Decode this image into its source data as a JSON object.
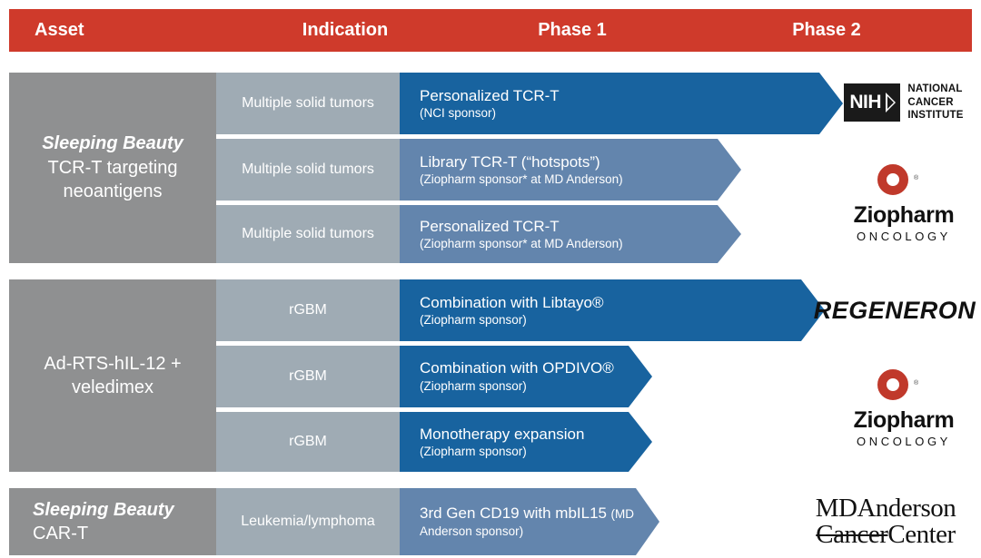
{
  "header": {
    "columns": [
      {
        "label": "Asset",
        "name": "asset"
      },
      {
        "label": "Indication",
        "name": "indication"
      },
      {
        "label": "Phase 1",
        "name": "phase-1"
      },
      {
        "label": "Phase 2",
        "name": "phase-2"
      }
    ],
    "bar_color": "#cf3a2b"
  },
  "colors": {
    "header_red": "#cf3a2b",
    "asset_gray": "#8f9091",
    "indication_gray_blue": "#9fabb4",
    "phase_dark_blue": "#18639f",
    "phase_light_blue": "#6385ad",
    "text_white": "#ffffff",
    "ziopharm_red": "#c0392b"
  },
  "sections": [
    {
      "asset_italic": "Sleeping Beauty",
      "asset_rest": "TCR-T targeting neoantigens",
      "rows": [
        {
          "indication": "Multiple solid tumors",
          "title": "Personalized TCR-T",
          "subtitle": "(NCI sponsor)",
          "subtitle_inline": false,
          "bar_color": "#18639f",
          "bar_end": 920
        },
        {
          "indication": "Multiple solid tumors",
          "title": "Library TCR-T (“hotspots”)",
          "subtitle": "(Ziopharm sponsor* at MD Anderson)",
          "subtitle_inline": false,
          "bar_color": "#6385ad",
          "bar_end": 808
        },
        {
          "indication": "Multiple solid tumors",
          "title": "Personalized TCR-T",
          "subtitle": "(Ziopharm sponsor* at MD Anderson)",
          "subtitle_inline": false,
          "bar_color": "#6385ad",
          "bar_end": 808
        }
      ],
      "partners": [
        {
          "type": "nih",
          "name": "nih-nci-logo",
          "text": "NIH",
          "line1": "NATIONAL",
          "line2": "CANCER",
          "line3": "INSTITUTE"
        },
        {
          "type": "ziopharm",
          "name": "ziopharm-logo",
          "text": "Ziopharm",
          "sub": "ONCOLOGY"
        }
      ]
    },
    {
      "asset_italic": "",
      "asset_rest": "Ad-RTS-hIL-12 + veledimex",
      "rows": [
        {
          "indication": "rGBM",
          "title": "Combination with Libtayo®",
          "subtitle": "(Ziopharm sponsor)",
          "subtitle_inline": false,
          "bar_color": "#18639f",
          "bar_end": 900
        },
        {
          "indication": "rGBM",
          "title": "Combination with OPDIVO®",
          "subtitle": "(Ziopharm sponsor)",
          "subtitle_inline": true,
          "bar_color": "#18639f",
          "bar_end": 710
        },
        {
          "indication": "rGBM",
          "title": "Monotherapy expansion",
          "subtitle": "(Ziopharm sponsor)",
          "subtitle_inline": false,
          "bar_color": "#18639f",
          "bar_end": 710
        }
      ],
      "partners": [
        {
          "type": "regeneron",
          "name": "regeneron-logo",
          "text": "REGENERON"
        },
        {
          "type": "ziopharm",
          "name": "ziopharm-logo",
          "text": "Ziopharm",
          "sub": "ONCOLOGY"
        }
      ]
    },
    {
      "asset_italic": "Sleeping Beauty",
      "asset_rest": "CAR-T",
      "rows": [
        {
          "indication": "Leukemia/lymphoma",
          "title": "3rd Gen CD19 with mbIL15",
          "subtitle": "(MD Anderson sponsor)",
          "subtitle_inline": true,
          "bar_color": "#6385ad",
          "bar_end": 718
        }
      ],
      "partners": [
        {
          "type": "mdanderson",
          "name": "md-anderson-logo",
          "line1a": "MD",
          "line1b": "Anderson",
          "line2a": "Cancer",
          "line2b": "Center"
        }
      ]
    }
  ],
  "chart_data": {
    "type": "table",
    "title": "Clinical Pipeline",
    "columns": [
      "Asset",
      "Indication",
      "Phase 1",
      "Phase 2"
    ],
    "rows": [
      {
        "asset": "Sleeping Beauty TCR-T targeting neoantigens",
        "indication": "Multiple solid tumors",
        "program": "Personalized TCR-T",
        "sponsor": "(NCI sponsor)",
        "phase_reach": "Phase 2",
        "partner": "NIH National Cancer Institute"
      },
      {
        "asset": "Sleeping Beauty TCR-T targeting neoantigens",
        "indication": "Multiple solid tumors",
        "program": "Library TCR-T (“hotspots”)",
        "sponsor": "(Ziopharm sponsor* at MD Anderson)",
        "phase_reach": "Phase 1 / early Phase 2",
        "partner": "Ziopharm Oncology"
      },
      {
        "asset": "Sleeping Beauty TCR-T targeting neoantigens",
        "indication": "Multiple solid tumors",
        "program": "Personalized TCR-T",
        "sponsor": "(Ziopharm sponsor* at MD Anderson)",
        "phase_reach": "Phase 1 / early Phase 2",
        "partner": "Ziopharm Oncology"
      },
      {
        "asset": "Ad-RTS-hIL-12 + veledimex",
        "indication": "rGBM",
        "program": "Combination with Libtayo®",
        "sponsor": "(Ziopharm sponsor)",
        "phase_reach": "Phase 2",
        "partner": "Regeneron"
      },
      {
        "asset": "Ad-RTS-hIL-12 + veledimex",
        "indication": "rGBM",
        "program": "Combination with OPDIVO®",
        "sponsor": "(Ziopharm sponsor)",
        "phase_reach": "Phase 1",
        "partner": "Ziopharm Oncology"
      },
      {
        "asset": "Ad-RTS-hIL-12 + veledimex",
        "indication": "rGBM",
        "program": "Monotherapy expansion",
        "sponsor": "(Ziopharm sponsor)",
        "phase_reach": "Phase 1",
        "partner": "Ziopharm Oncology"
      },
      {
        "asset": "Sleeping Beauty CAR-T",
        "indication": "Leukemia/lymphoma",
        "program": "3rd Gen CD19 with mbIL15",
        "sponsor": "(MD Anderson sponsor)",
        "phase_reach": "Phase 1",
        "partner": "MD Anderson Cancer Center"
      }
    ]
  }
}
